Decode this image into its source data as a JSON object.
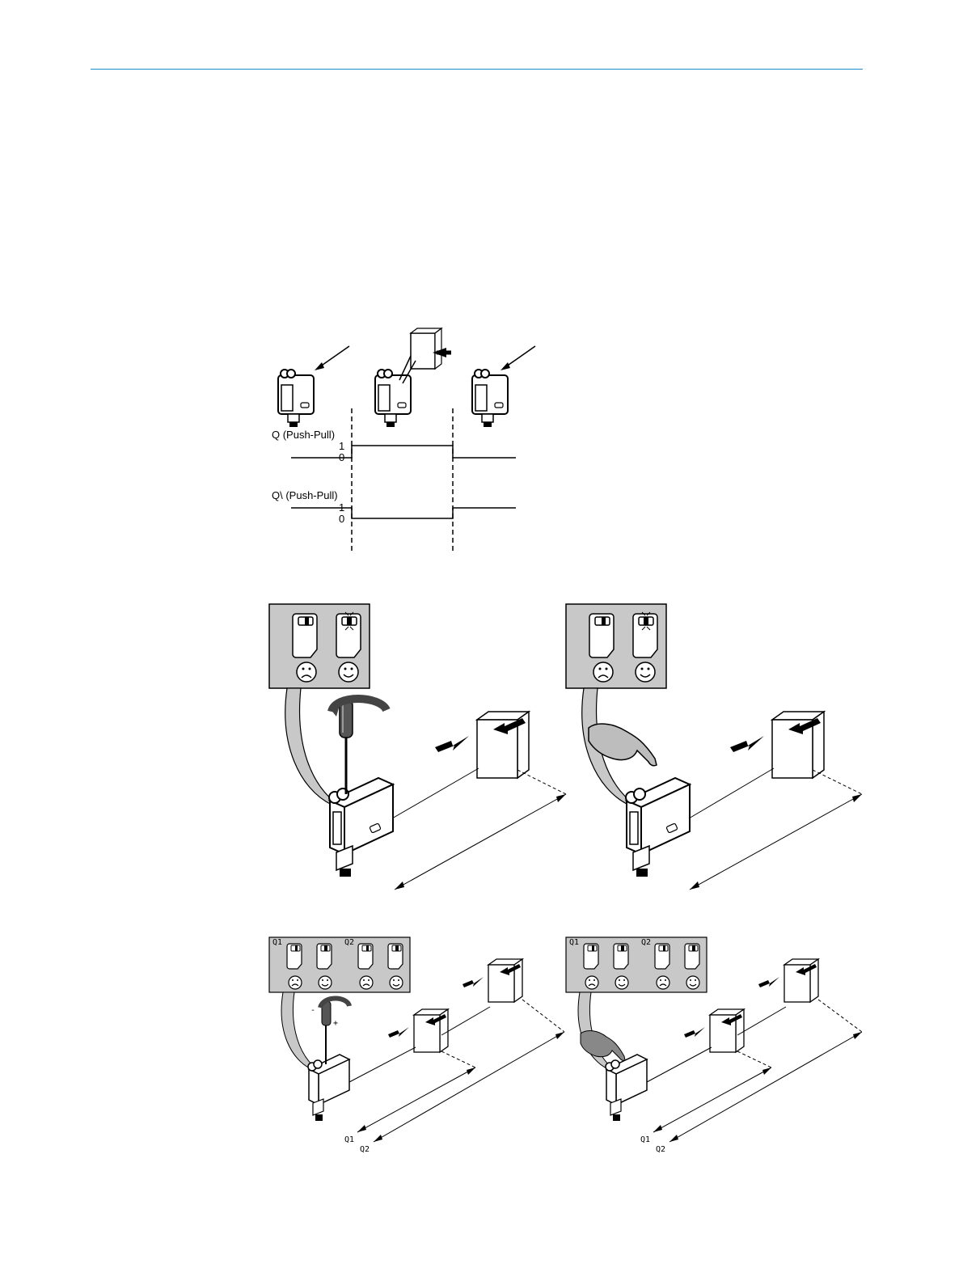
{
  "header": {
    "rule_color": "#1a8ccf"
  },
  "timing_diagram": {
    "q_label": "Q (Push-Pull)",
    "q_inverted_label": "Q\\ (Push-Pull)",
    "level_high": "1",
    "level_low": "0"
  },
  "teach_panels": {
    "multi_output_labels": {
      "q1": "Q1",
      "q2": "Q2"
    },
    "distance_labels": {
      "q1": "Q1",
      "q2": "Q2"
    },
    "plus_sign": "+",
    "minus_sign": "-"
  },
  "colors": {
    "panel_gray": "#c8c8c8",
    "line": "#000000"
  }
}
